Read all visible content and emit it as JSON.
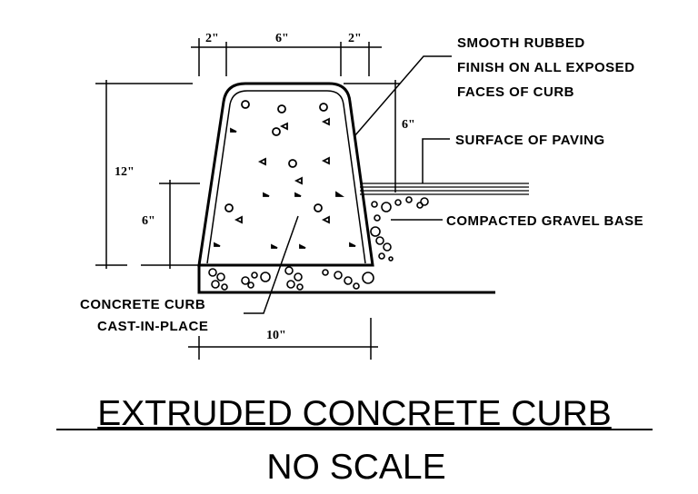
{
  "dimensions": {
    "top_left": "2\"",
    "top_middle": "6\"",
    "top_right": "2\"",
    "height_total": "12\"",
    "height_lower": "6\"",
    "height_reveal": "6\"",
    "base_width": "10\""
  },
  "labels": {
    "finish_line1": "SMOOTH RUBBED",
    "finish_line2": "FINISH ON ALL EXPOSED",
    "finish_line3": "FACES OF CURB",
    "paving": "SURFACE OF PAVING",
    "gravel": "COMPACTED GRAVEL BASE",
    "curb_line1": "CONCRETE CURB",
    "curb_line2": "CAST-IN-PLACE"
  },
  "title": "EXTRUDED CONCRETE CURB",
  "subtitle": "NO SCALE"
}
